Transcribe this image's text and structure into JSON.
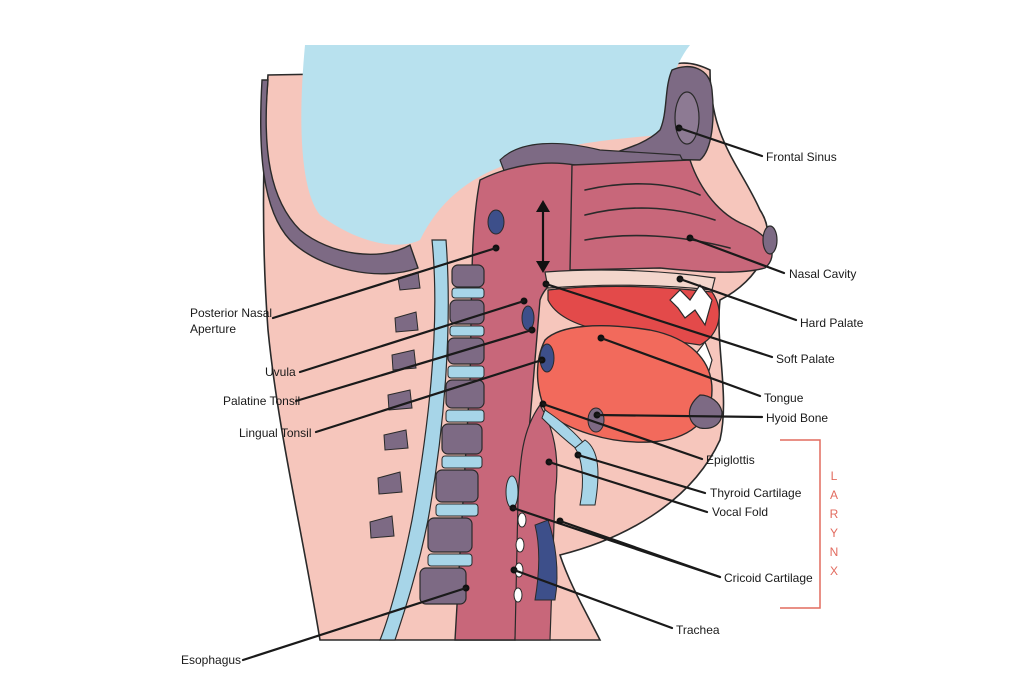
{
  "labels": {
    "frontal_sinus": "Frontal Sinus",
    "nasal_cavity": "Nasal Cavity",
    "hard_palate": "Hard Palate",
    "soft_palate": "Soft Palate",
    "tongue": "Tongue",
    "hyoid_bone": "Hyoid Bone",
    "epiglottis": "Epiglottis",
    "thyroid_cartilage": "Thyroid Cartilage",
    "vocal_fold": "Vocal Fold",
    "cricoid_cartilage": "Cricoid Cartilage",
    "trachea": "Trachea",
    "esophagus": "Esophagus",
    "posterior_nasal_aperture_line1": "Posterior Nasal",
    "posterior_nasal_aperture_line2": "Aperture",
    "uvula": "Uvula",
    "palatine_tonsil": "Palatine Tonsil",
    "lingual_tonsil": "Lingual Tonsil"
  },
  "bracket_label": [
    "L",
    "A",
    "R",
    "Y",
    "N",
    "X"
  ],
  "colors": {
    "brain": "#b8e1ee",
    "skin": "#f6c6bc",
    "bone": "#7d6a84",
    "tissue": "#c8677a",
    "tongue": "#f26a5c",
    "spine_disc": "#a7d5e8",
    "larynx_accent": "#e26b5f"
  }
}
